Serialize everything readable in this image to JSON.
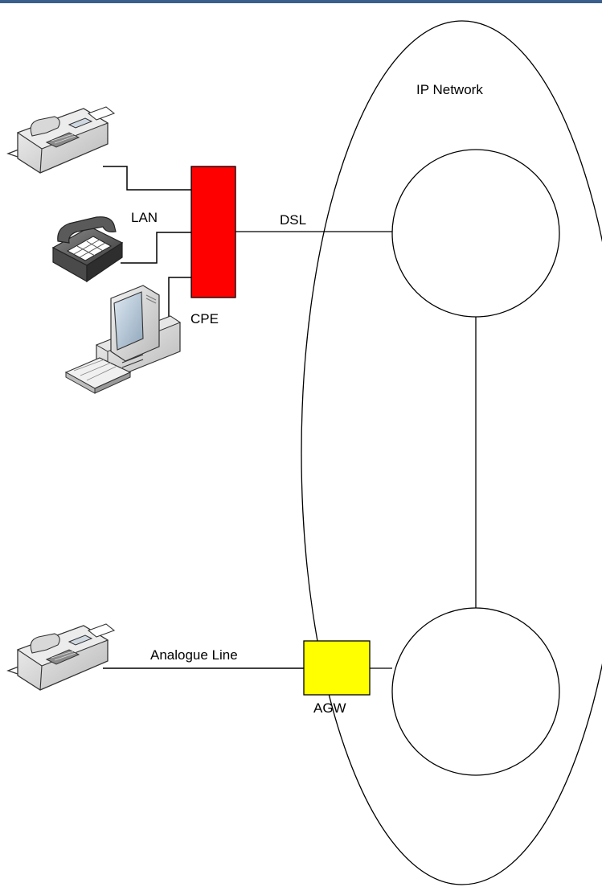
{
  "colors": {
    "top_bar": "#3a5f8c",
    "cpe_fill": "#ff0000",
    "agw_fill": "#ffff00",
    "line": "#000000"
  },
  "labels": {
    "ip_network": "IP Network",
    "lan": "LAN",
    "dsl": "DSL",
    "cpe": "CPE",
    "analogue_line": "Analogue Line",
    "agw": "AGW"
  },
  "icons": {
    "fax_top": "fax-machine-icon",
    "telephone": "telephone-icon",
    "computer": "desktop-computer-icon",
    "fax_bottom": "fax-machine-icon"
  }
}
